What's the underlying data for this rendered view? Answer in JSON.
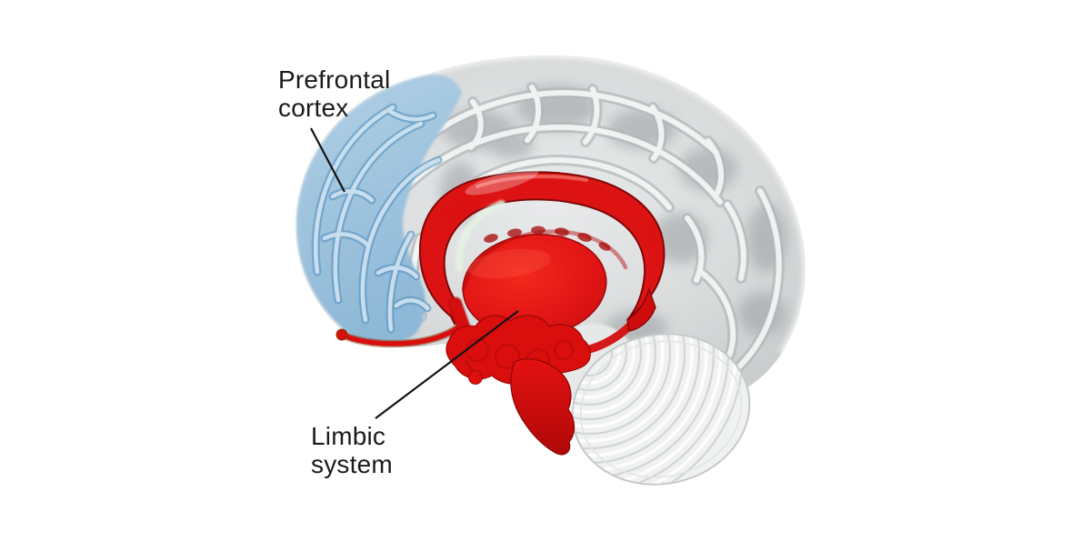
{
  "diagram": {
    "title": "Brain sagittal illustration with highlighted regions",
    "labels": {
      "prefrontal": {
        "line1": "Prefrontal",
        "line2": "cortex"
      },
      "limbic": {
        "line1": "Limbic",
        "line2": "system"
      }
    },
    "regions": [
      {
        "name": "Prefrontal cortex",
        "highlight_color": "#8fb9da"
      },
      {
        "name": "Limbic system",
        "highlight_color": "#e01010"
      }
    ]
  },
  "palette": {
    "background": "#ffffff",
    "label_text": "#1b1b1b",
    "leader_line": "#141414",
    "prefrontal_fill": "#9dc2de",
    "prefrontal_sulcus": "#5e97c1",
    "prefrontal_core": "#cde2f1",
    "limbic_red": "#dd0f0f",
    "limbic_red_dark": "#9c0606",
    "limbic_outline": "#7e0404",
    "brain_base": "#d7d9da",
    "brain_sulcus": "#b4b8ba",
    "brain_core": "#f4f5f5",
    "cerebellum_fill": "#f0f1f1",
    "cerebellum_line": "#d2d5d6"
  }
}
